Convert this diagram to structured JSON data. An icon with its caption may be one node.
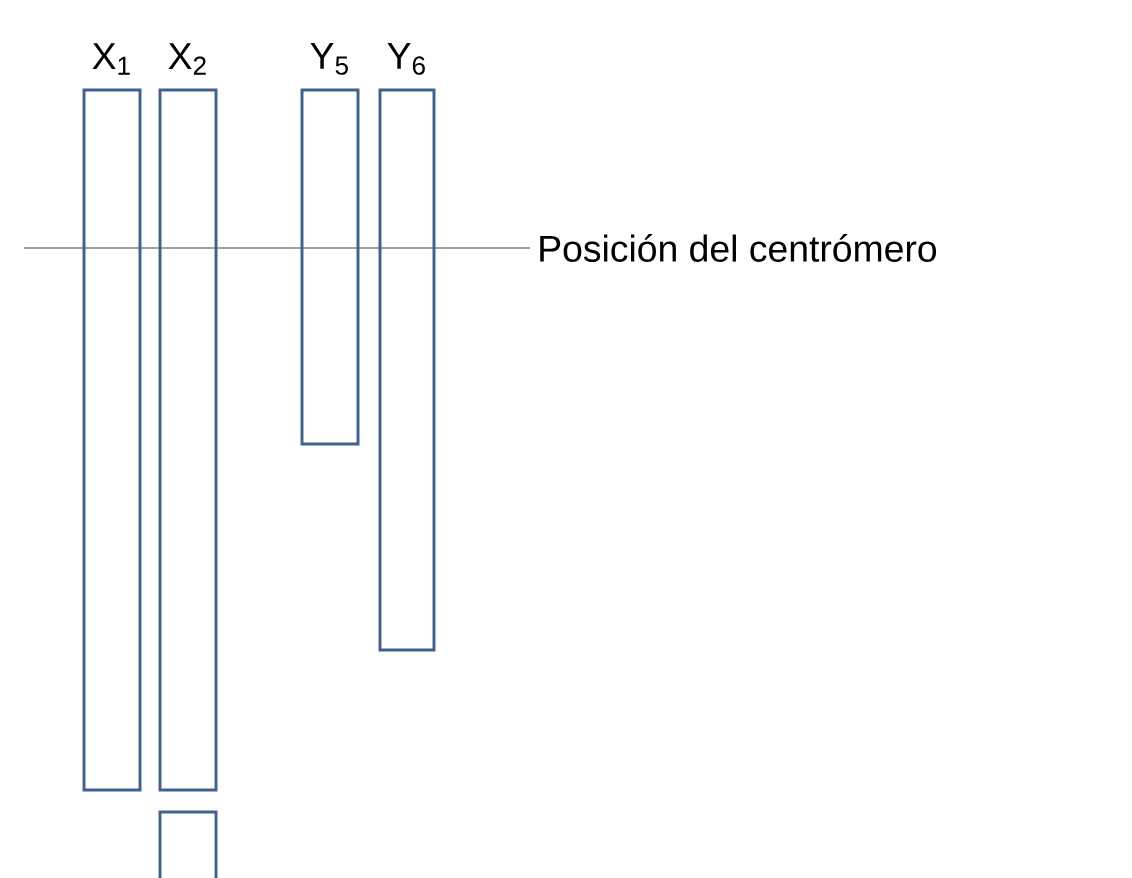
{
  "diagram": {
    "nodes": [
      {
        "text": [
          "X$_{1}$"
        ]
      },
      {
        "text": [
          "X$_{2}$"
        ]
      },
      {
        "text": [
          "Y$_{5}$"
        ]
      },
      {
        "text": [
          "Y$_{6}$"
        ]
      },
      {
        "text": [],
        "shape": "box"
      }
    ],
    "labels": [
      "Posición del centrómero"
    ]
  }
}
